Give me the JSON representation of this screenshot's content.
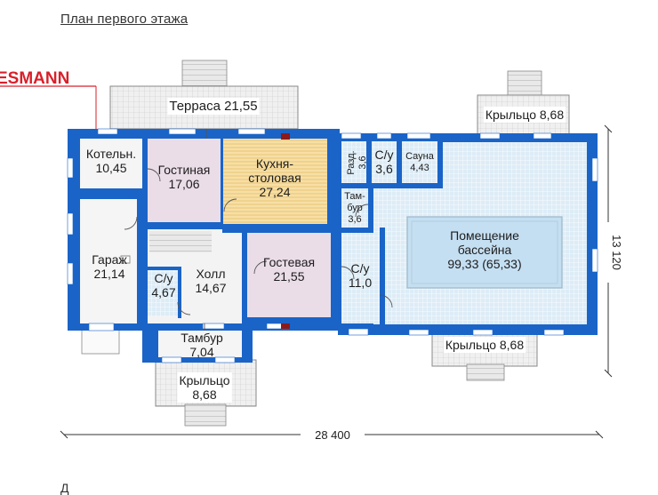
{
  "title": "План первого этажа",
  "brand_logo": "ESMANN",
  "rooms": [
    {
      "key": "terrace",
      "name": "Терраса",
      "area": "21,55"
    },
    {
      "key": "boiler",
      "name": "Котельн.",
      "area": "10,45"
    },
    {
      "key": "living",
      "name": "Гостиная",
      "area": "17,06"
    },
    {
      "key": "kitchen",
      "name": "Кухня-\nстоловая",
      "area": "27,24"
    },
    {
      "key": "razd",
      "name": "Разд.",
      "area": "3,6"
    },
    {
      "key": "su1",
      "name": "С/у",
      "area": "3,6"
    },
    {
      "key": "sauna",
      "name": "Сауна",
      "area": "4,43"
    },
    {
      "key": "tambur_small",
      "name": "Там-\nбур",
      "area": "3,6"
    },
    {
      "key": "pool",
      "name": "Помещение\nбассейна",
      "area": "99,33 (65,33)"
    },
    {
      "key": "porch_top",
      "name": "Крыльцо",
      "area": "8,68"
    },
    {
      "key": "garage",
      "name": "Гараж",
      "area": "21,14"
    },
    {
      "key": "hall",
      "name": "Холл",
      "area": "14,67"
    },
    {
      "key": "su2",
      "name": "С/у",
      "area": "4,67"
    },
    {
      "key": "guest",
      "name": "Гостевая",
      "area": "21,55"
    },
    {
      "key": "su3",
      "name": "С/у",
      "area": "11,0"
    },
    {
      "key": "tambur",
      "name": "Тамбур",
      "area": "7,04"
    },
    {
      "key": "porch_bottom",
      "name": "Крыльцо",
      "area": "8,68"
    },
    {
      "key": "porch_right",
      "name": "Крыльцо",
      "area": "8,68"
    }
  ],
  "dimensions": {
    "width": "28 400",
    "depth": "13 120"
  },
  "colors": {
    "wall": "#1a64c8",
    "tile": "#ddecf6",
    "pool": "#c5dff2",
    "living": "#eadde8",
    "kitchen": "#f8e8c6",
    "grey": "#efefef",
    "red": "#d8202a",
    "line": "#444444"
  },
  "bottom_text": "Д"
}
